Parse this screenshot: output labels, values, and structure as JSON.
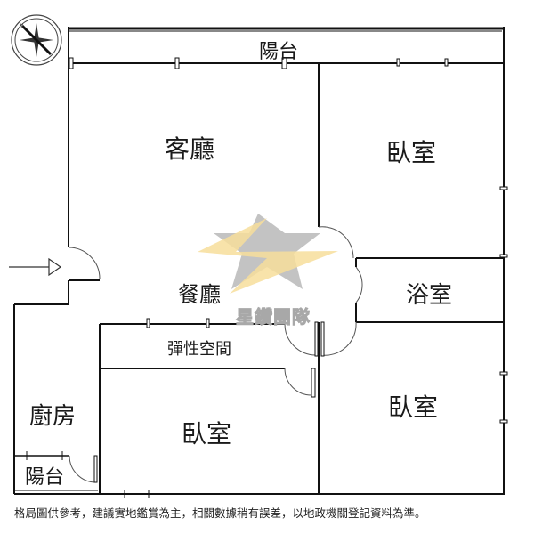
{
  "compass": {
    "icon": "compass-rose-icon",
    "north_direction": "northwest"
  },
  "rooms": {
    "balcony_top": "陽台",
    "living_room": "客廳",
    "bedroom_ne": "臥室",
    "dining_room": "餐廳",
    "bathroom": "浴室",
    "flex_space": "彈性空間",
    "kitchen": "廚房",
    "balcony_small": "陽台",
    "bedroom_sw": "臥室",
    "bedroom_se": "臥室"
  },
  "entrance": {
    "icon": "entrance-arrow-icon"
  },
  "watermark": {
    "logo": "STAR",
    "text": "星鑽團隊",
    "accent_color": "#f5d37a",
    "gray": "#a8a8a8"
  },
  "footer": {
    "disclaimer": "格局圖供參考，建議實地鑑賞為主，相關數據稍有誤差，以地政機關登記資料為準。"
  }
}
